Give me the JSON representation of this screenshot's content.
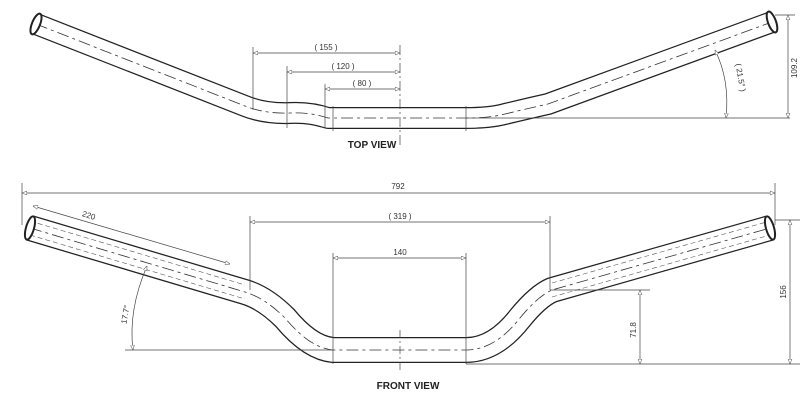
{
  "top_view": {
    "title": "TOP VIEW",
    "dims": {
      "d155": "( 155 )",
      "d120": "( 120 )",
      "d80": "( 80 )",
      "angle": "( 21.5° )",
      "height": "109.2"
    }
  },
  "front_view": {
    "title": "FRONT VIEW",
    "dims": {
      "overall": "792",
      "arm": "220",
      "d319": "( 319 )",
      "d140": "140",
      "angle": "17.7°",
      "rise": "71.8",
      "height": "156"
    }
  },
  "colors": {
    "line": "#222222",
    "background": "#ffffff"
  }
}
